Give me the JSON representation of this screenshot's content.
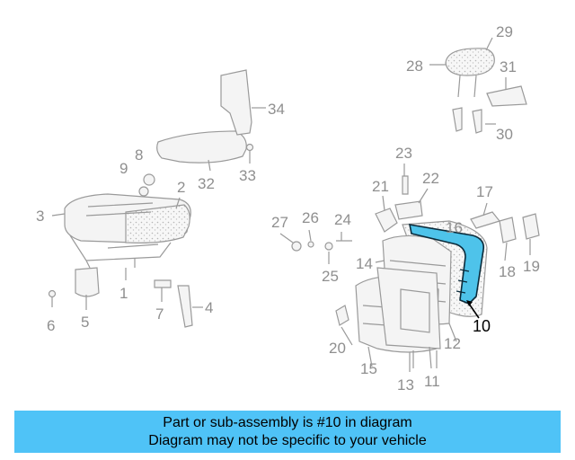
{
  "callouts": [
    {
      "num": "2"
    },
    {
      "num": "3"
    },
    {
      "num": "4"
    },
    {
      "num": "5"
    },
    {
      "num": "6"
    },
    {
      "num": "7"
    },
    {
      "num": "8"
    },
    {
      "num": "9"
    },
    {
      "num": "1"
    },
    {
      "num": "10"
    },
    {
      "num": "11"
    },
    {
      "num": "12"
    },
    {
      "num": "13"
    },
    {
      "num": "14"
    },
    {
      "num": "15"
    },
    {
      "num": "16"
    },
    {
      "num": "17"
    },
    {
      "num": "18"
    },
    {
      "num": "19"
    },
    {
      "num": "20"
    },
    {
      "num": "21"
    },
    {
      "num": "22"
    },
    {
      "num": "23"
    },
    {
      "num": "24"
    },
    {
      "num": "25"
    },
    {
      "num": "26"
    },
    {
      "num": "27"
    },
    {
      "num": "28"
    },
    {
      "num": "29"
    },
    {
      "num": "30"
    },
    {
      "num": "31"
    },
    {
      "num": "32"
    },
    {
      "num": "33"
    },
    {
      "num": "34"
    }
  ],
  "highlight": {
    "part_number": "10",
    "color": "#4ec3ea"
  },
  "banner": {
    "line1": "Part or sub-assembly is #10 in diagram",
    "line2": "Diagram may not be specific to your vehicle",
    "color": "#4fc3f7"
  }
}
